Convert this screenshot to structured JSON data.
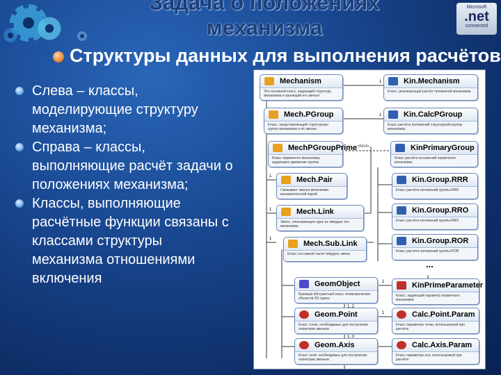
{
  "slide": {
    "title": "Задача о положениях механизма",
    "subtitle": "Структуры данных для выполнения расчётов",
    "bullets": [
      "Слева – классы, моделирующие структуру механизма;",
      "Справа – классы, выполняющие расчёт задачи о положениях механизма;",
      "Классы, выполняющие расчётные функции связаны с классами структуры механизма отношениями включения"
    ]
  },
  "logo": {
    "brand": "Microsoft",
    "name": ".net",
    "tagline": "connected"
  },
  "diagram": {
    "stereotype": "«bind»",
    "ellipsis": "...",
    "left_classes": [
      {
        "name": "Mechanism",
        "desc": "Это основной класс, задающий структуру механизма и хранящий его звенья"
      },
      {
        "name": "Mech.PGroup",
        "desc": "Класс, представляющий структурную группу механизма и её звенья"
      },
      {
        "name": "MechPGroupPrime",
        "desc": "Класс первичного механизма, задающего движение группы"
      },
      {
        "name": "Mech.Pair",
        "desc": "Связывает звенья механизма кинематической парой"
      },
      {
        "name": "Mech.Link",
        "desc": "Звено, описывающее одно из твёрдых тел механизма"
      },
      {
        "name": "Mech.Sub.Link",
        "desc": "Класс составной части твёрдого звена"
      },
      {
        "name": "GeomObject",
        "desc": "Базовый абстрактный класс геометрических объектов 2D сцены"
      },
      {
        "name": "Geom.Point",
        "desc": "Класс точек, необходимых для построения геометрии звеньев"
      },
      {
        "name": "Geom.Axis",
        "desc": "Класс осей, необходимых для построения геометрии звеньев"
      }
    ],
    "right_classes": [
      {
        "name": "Kin.Mechanism",
        "desc": "Класс, реализующий расчёт положений механизма"
      },
      {
        "name": "Kin.CalcPGroup",
        "desc": "Класс расчёта положений структурной группы механизма"
      },
      {
        "name": "KinPrimaryGroup",
        "desc": "Класс расчёта положений первичного механизма"
      },
      {
        "name": "Kin.Group.RRR",
        "desc": "Класс расчёта положений группы RRR"
      },
      {
        "name": "Kin.Group.RRO",
        "desc": "Класс расчёта положений группы RRO"
      },
      {
        "name": "Kin.Group.ROR",
        "desc": "Класс расчёта положений группы ROR"
      },
      {
        "name": "KinPrimeParameter",
        "desc": "Класс, задающий параметр первичного механизма"
      },
      {
        "name": "Calc.Point.Param",
        "desc": "Класс параметра точки, используемой при расчёте"
      },
      {
        "name": "Calc.Axis.Param",
        "desc": "Класс параметра оси, используемой при расчёте"
      }
    ],
    "multiplicities": [
      "1",
      "1",
      "1",
      "1",
      "1",
      "1",
      "1",
      "1",
      "1..2",
      "1",
      "1..3",
      "1..3"
    ]
  },
  "colors": {
    "title": "#1e3e78",
    "text": "#ffffff",
    "box_border": "#6a86b8",
    "icon_left": "#e8a020",
    "icon_right": "#2f5fb0"
  }
}
